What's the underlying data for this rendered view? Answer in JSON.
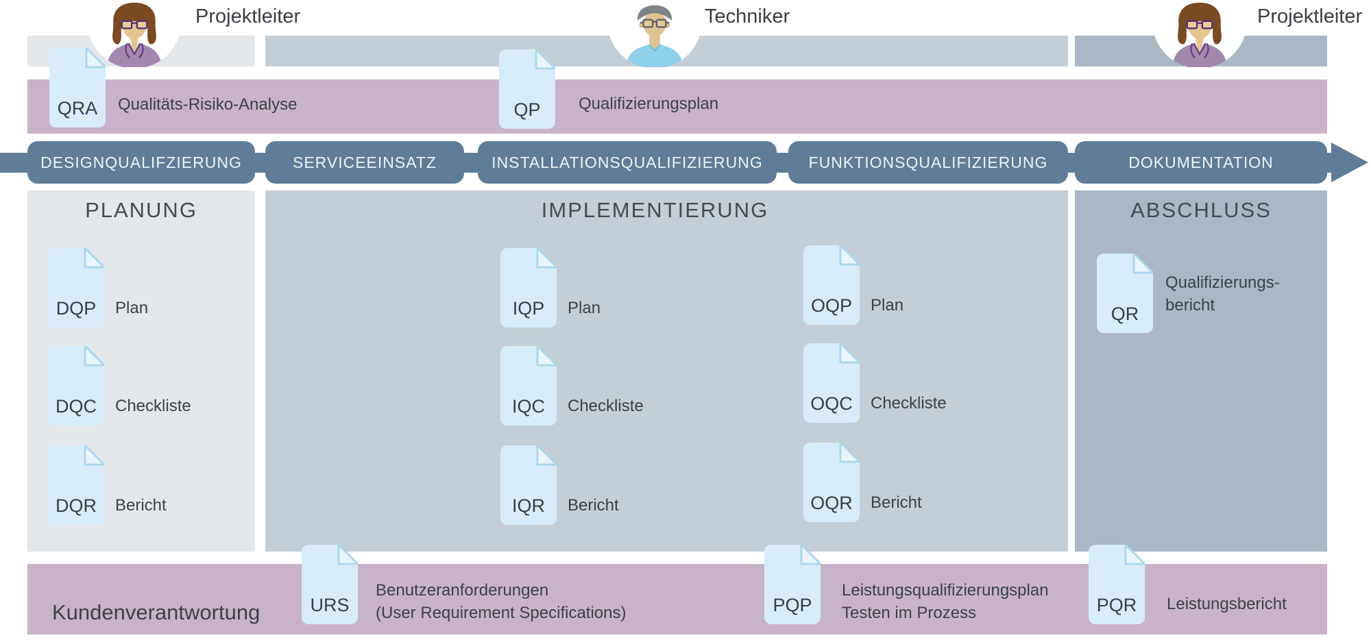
{
  "personas": [
    {
      "role": "Projektleiter"
    },
    {
      "role": "Techniker"
    },
    {
      "role": "Projektleiter"
    }
  ],
  "top_documents": [
    {
      "code": "QRA",
      "label": "Qualitäts-Risiko-Analyse"
    },
    {
      "code": "QP",
      "label": "Qualifizierungsplan"
    }
  ],
  "phase_arrow": [
    "DESIGNQUALIFZIERUNG",
    "SERVICEEINSATZ",
    "INSTALLATIONSQUALIFIZIERUNG",
    "FUNKTIONSQUALIFIZIERUNG",
    "DOKUMENTATION"
  ],
  "panels": [
    {
      "title": "PLANUNG",
      "docs": [
        {
          "code": "DQP",
          "label": "Plan"
        },
        {
          "code": "DQC",
          "label": "Checkliste"
        },
        {
          "code": "DQR",
          "label": "Bericht"
        }
      ]
    },
    {
      "title": "IMPLEMENTIERUNG",
      "docs": [
        {
          "code": "IQP",
          "label": "Plan"
        },
        {
          "code": "IQC",
          "label": "Checkliste"
        },
        {
          "code": "IQR",
          "label": "Bericht"
        },
        {
          "code": "OQP",
          "label": "Plan"
        },
        {
          "code": "OQC",
          "label": "Checkliste"
        },
        {
          "code": "OQR",
          "label": "Bericht"
        }
      ]
    },
    {
      "title": "ABSCHLUSS",
      "docs": [
        {
          "code": "QR",
          "label_lines": [
            "Qualifizierungs-",
            "bericht"
          ]
        }
      ]
    }
  ],
  "bottom_band": {
    "title": "Kundenverantwortung",
    "docs": [
      {
        "code": "URS",
        "label_lines": [
          "Benutzeranforderungen",
          "(User Requirement Specifications)"
        ]
      },
      {
        "code": "PQP",
        "label_lines": [
          "Leistungsqualifizierungsplan",
          "Testen im Prozess"
        ]
      },
      {
        "code": "PQR",
        "label_lines": [
          "Leistungsbericht"
        ]
      }
    ]
  },
  "colors": {
    "phase_bar": "#5f7d98",
    "phase_text": "#eef2f6",
    "band_planning": "#e3e7ea",
    "band_implementation": "#c4ced6",
    "band_closing": "#a9b8c4",
    "customer_band": "#c9b3c9",
    "document_fill": "#d7ecf8",
    "document_fold": "#e9f5fb",
    "text_dark": "#3c4247"
  }
}
